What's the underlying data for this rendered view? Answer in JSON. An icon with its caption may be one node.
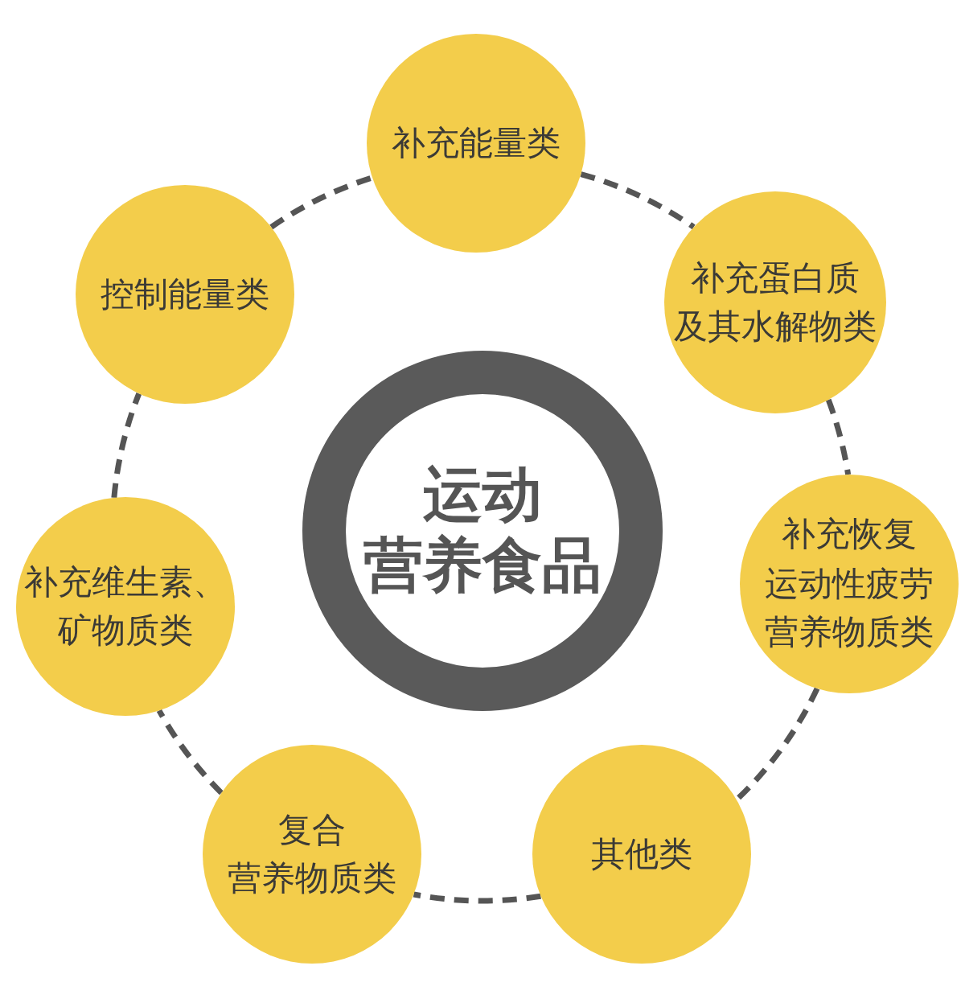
{
  "diagram": {
    "nodes": [
      {
        "text": [
          "补充能量类"
        ]
      },
      {
        "text": [
          "控制能量类"
        ]
      },
      {
        "text": [
          "补充蛋白质及其水解物类"
        ]
      },
      {
        "text": [
          "运动营养食品"
        ]
      },
      {
        "text": [
          "补充维生素、矿物质类"
        ]
      },
      {
        "text": [
          "补充恢复运动性疲劳营养物质类"
        ]
      },
      {
        "text": [
          "复合营养物质类"
        ]
      },
      {
        "text": [
          "其他类"
        ]
      }
    ],
    "edges": [
      {
        "from": 1,
        "to": 0,
        "arrow": "none",
        "style": "dashed"
      },
      {
        "from": 0,
        "to": 2,
        "arrow": "none",
        "style": "dashed"
      },
      {
        "from": 2,
        "to": 5,
        "arrow": "none",
        "style": "dashed"
      },
      {
        "from": 5,
        "to": 7,
        "arrow": "none",
        "style": "dashed"
      },
      {
        "from": 7,
        "to": 6,
        "arrow": "none",
        "style": "dashed"
      },
      {
        "from": 6,
        "to": 4,
        "arrow": "none",
        "style": "dashed"
      },
      {
        "from": 4,
        "to": 1,
        "arrow": "none",
        "style": "dashed"
      }
    ]
  }
}
